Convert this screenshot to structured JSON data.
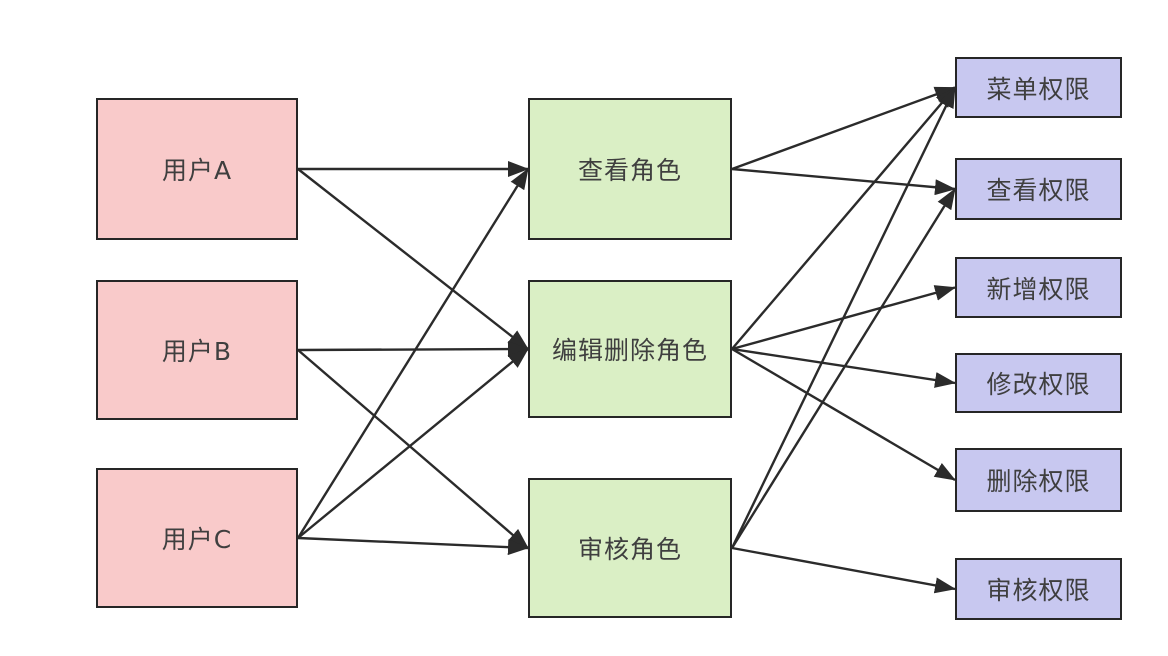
{
  "diagram": {
    "title": "",
    "colors": {
      "user_fill": "#f9caca",
      "role_fill": "#daefc5",
      "permission_fill": "#c8c8f0",
      "border": "#262626",
      "arrow": "#2b2b2b",
      "text": "#3f3f3f",
      "background": "#ffffff"
    },
    "nodes": {
      "userA": {
        "label": "用户A",
        "type": "user"
      },
      "userB": {
        "label": "用户B",
        "type": "user"
      },
      "userC": {
        "label": "用户C",
        "type": "user"
      },
      "roleView": {
        "label": "查看角色",
        "type": "role"
      },
      "roleEdit": {
        "label": "编辑删除角色",
        "type": "role"
      },
      "roleAudit": {
        "label": "审核角色",
        "type": "role"
      },
      "permMenu": {
        "label": "菜单权限",
        "type": "permission"
      },
      "permView": {
        "label": "查看权限",
        "type": "permission"
      },
      "permAdd": {
        "label": "新增权限",
        "type": "permission"
      },
      "permModify": {
        "label": "修改权限",
        "type": "permission"
      },
      "permDelete": {
        "label": "删除权限",
        "type": "permission"
      },
      "permAudit": {
        "label": "审核权限",
        "type": "permission"
      }
    },
    "edges": [
      {
        "from": "userA",
        "to": "roleView"
      },
      {
        "from": "userA",
        "to": "roleEdit"
      },
      {
        "from": "userB",
        "to": "roleEdit"
      },
      {
        "from": "userB",
        "to": "roleAudit"
      },
      {
        "from": "userC",
        "to": "roleView"
      },
      {
        "from": "userC",
        "to": "roleEdit"
      },
      {
        "from": "userC",
        "to": "roleAudit"
      },
      {
        "from": "roleView",
        "to": "permMenu"
      },
      {
        "from": "roleView",
        "to": "permView"
      },
      {
        "from": "roleEdit",
        "to": "permMenu"
      },
      {
        "from": "roleEdit",
        "to": "permAdd"
      },
      {
        "from": "roleEdit",
        "to": "permModify"
      },
      {
        "from": "roleEdit",
        "to": "permDelete"
      },
      {
        "from": "roleAudit",
        "to": "permMenu"
      },
      {
        "from": "roleAudit",
        "to": "permView"
      },
      {
        "from": "roleAudit",
        "to": "permAudit"
      }
    ]
  }
}
